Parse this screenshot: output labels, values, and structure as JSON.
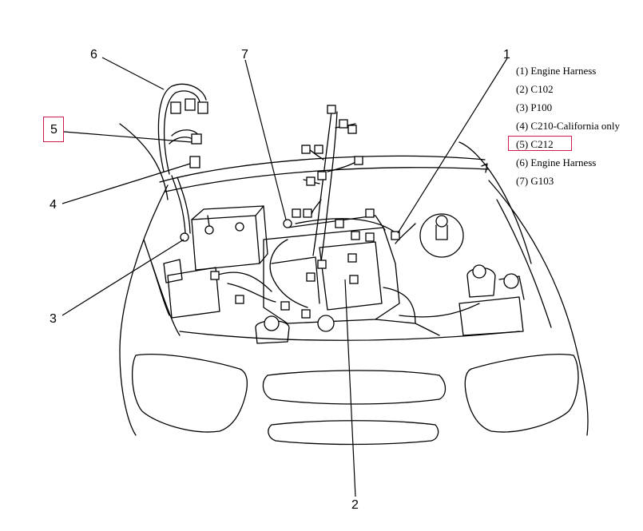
{
  "callouts": {
    "c1": "1",
    "c2": "2",
    "c3": "3",
    "c4": "4",
    "c5": "5",
    "c6": "6",
    "c7": "7"
  },
  "legend": [
    "(1) Engine Harness",
    "(2) C102",
    "(3) P100",
    "(4) C210-California only",
    "(5) C212",
    "(6) Engine Harness",
    "(7) G103"
  ],
  "highlighted": {
    "callout": "5",
    "legend_index": 4,
    "color": "#d0184c"
  },
  "icons": [
    "engine-bay-line-drawing",
    "wire-harness",
    "connector"
  ]
}
